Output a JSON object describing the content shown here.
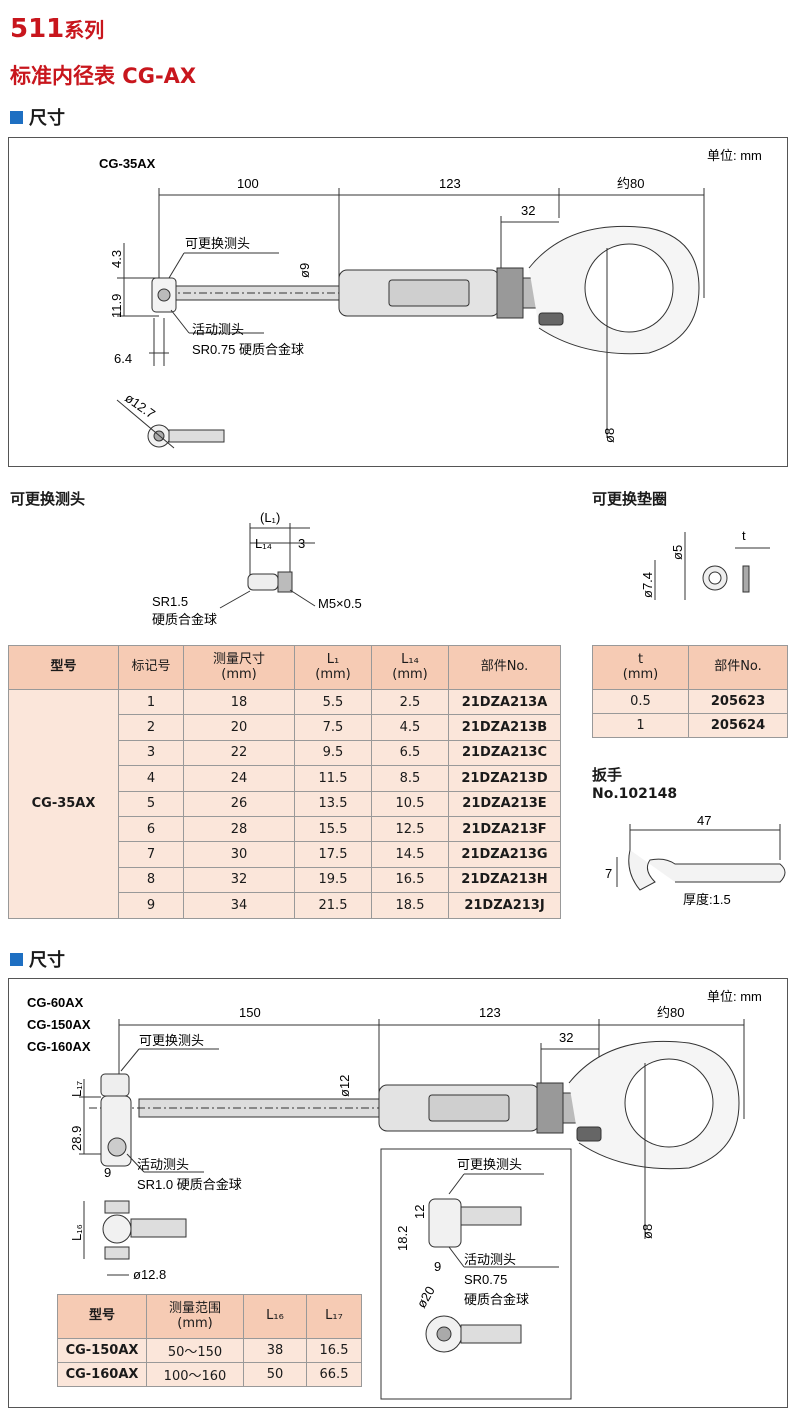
{
  "header": {
    "series_num": "511",
    "series_suffix": "系列",
    "product_title": "标准内径表 CG-AX"
  },
  "section1": {
    "title": "尺寸",
    "unit": "单位: mm",
    "model": "CG-35AX",
    "dims": {
      "d100": "100",
      "d123": "123",
      "d80": "约80",
      "d32": "32",
      "d43": "4.3",
      "d119": "11.9",
      "d64": "6.4",
      "d9": "ø9",
      "d8": "ø8",
      "d127": "ø12.7"
    },
    "labels": {
      "replace": "可更换测头",
      "movable": "活动测头",
      "ball": "SR0.75 硬质合金球"
    }
  },
  "replaceable_head": {
    "title": "可更换测头",
    "dims": {
      "L1": "(L₁)",
      "L14": "L₁₄",
      "three": "3",
      "sr": "SR1.5",
      "ball": "硬质合金球",
      "thread": "M5×0.5"
    }
  },
  "washer": {
    "title": "可更换垫圈",
    "dims": {
      "d5": "ø5",
      "d74": "ø7.4",
      "t": "t"
    }
  },
  "head_table": {
    "headers": [
      "型号",
      "标记号",
      "测量尺寸\n(mm)",
      "L₁\n(mm)",
      "L₁₄\n(mm)",
      "部件No."
    ],
    "model": "CG-35AX",
    "rows": [
      [
        "1",
        "18",
        "5.5",
        "2.5",
        "21DZA213A"
      ],
      [
        "2",
        "20",
        "7.5",
        "4.5",
        "21DZA213B"
      ],
      [
        "3",
        "22",
        "9.5",
        "6.5",
        "21DZA213C"
      ],
      [
        "4",
        "24",
        "11.5",
        "8.5",
        "21DZA213D"
      ],
      [
        "5",
        "26",
        "13.5",
        "10.5",
        "21DZA213E"
      ],
      [
        "6",
        "28",
        "15.5",
        "12.5",
        "21DZA213F"
      ],
      [
        "7",
        "30",
        "17.5",
        "14.5",
        "21DZA213G"
      ],
      [
        "8",
        "32",
        "19.5",
        "16.5",
        "21DZA213H"
      ],
      [
        "9",
        "34",
        "21.5",
        "18.5",
        "21DZA213J"
      ]
    ]
  },
  "washer_table": {
    "headers": [
      "t\n(mm)",
      "部件No."
    ],
    "rows": [
      [
        "0.5",
        "205623"
      ],
      [
        "1",
        "205624"
      ]
    ]
  },
  "wrench": {
    "title": "扳手",
    "number": "No.102148",
    "d47": "47",
    "d7": "7",
    "thickness": "厚度:1.5"
  },
  "section2": {
    "title": "尺寸",
    "unit": "单位: mm",
    "models": [
      "CG-60AX",
      "CG-150AX",
      "CG-160AX"
    ],
    "dims": {
      "d150": "150",
      "d123": "123",
      "d80": "约80",
      "d32": "32",
      "d12": "ø12",
      "d8": "ø8",
      "L17": "L₁₇",
      "d289": "28.9",
      "d9": "9",
      "L16": "L₁₆",
      "d128": "ø12.8"
    },
    "labels": {
      "replace": "可更换测头",
      "movable": "活动测头",
      "ball": "SR1.0 硬质合金球"
    },
    "inset": {
      "replace": "可更换测头",
      "movable": "活动测头",
      "ball1": "SR0.75",
      "ball2": "硬质合金球",
      "d182": "18.2",
      "d12": "12",
      "d9": "9",
      "d20": "ø20"
    }
  },
  "range_table": {
    "headers": [
      "型号",
      "测量范围\n(mm)",
      "L₁₆",
      "L₁₇"
    ],
    "rows": [
      [
        "CG-150AX",
        "50〜150",
        "38",
        "16.5"
      ],
      [
        "CG-160AX",
        "100〜160",
        "50",
        "66.5"
      ]
    ]
  }
}
